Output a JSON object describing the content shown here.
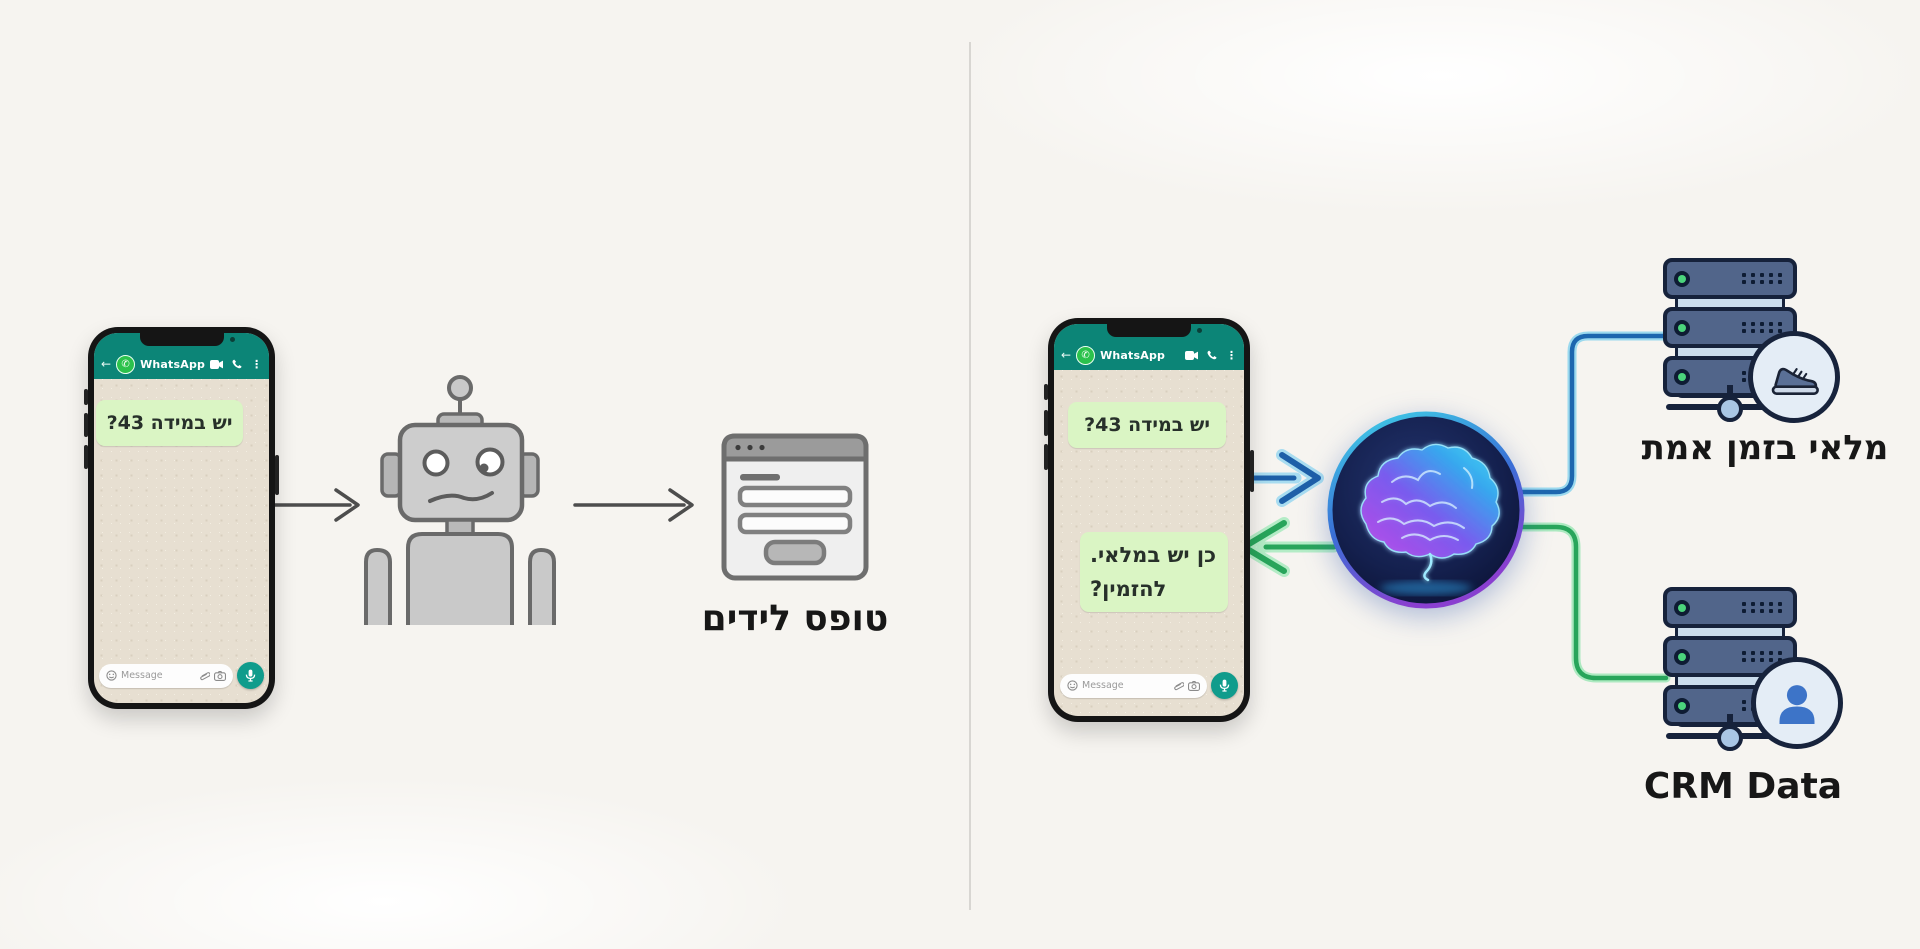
{
  "left_panel": {
    "phone": {
      "app_name": "WhatsApp",
      "customer_message": "יש במידה 43?",
      "input_placeholder": "Message"
    },
    "flow": [
      "phone",
      "bot",
      "form"
    ],
    "form_label": "טופס לידים"
  },
  "right_panel": {
    "phone": {
      "app_name": "WhatsApp",
      "customer_message": "יש במידה 43?",
      "bot_reply_line1": "כן יש במלאי.",
      "bot_reply_line2": "להזמין?",
      "input_placeholder": "Message"
    },
    "inventory_label": "מלאי בזמן אמת",
    "crm_label": "CRM Data"
  },
  "icons": {
    "whatsapp_logo": "phone-in-green-circle",
    "header": [
      "back-arrow",
      "video-call",
      "voice-call",
      "menu-dots"
    ],
    "input_bar": [
      "emoji",
      "attach",
      "camera",
      "mic"
    ],
    "left_flow": [
      "robot",
      "lead-form-window"
    ],
    "right_flow": [
      "ai-brain",
      "server-stack-shoe",
      "server-stack-person"
    ]
  },
  "colors": {
    "whatsapp_teal": "#0c8577",
    "bubble_green": "#daf5c4",
    "mic_green": "#109c8c",
    "arrow_gray": "#4d4d4d",
    "arrow_blue": "#1d5fa8",
    "arrow_green": "#28a55b",
    "server_fill": "#51658a",
    "server_border": "#16223b",
    "badge_bg": "#e4edf6",
    "brain_cyan": "#3fe0f5",
    "brain_purple": "#c04ae8"
  }
}
